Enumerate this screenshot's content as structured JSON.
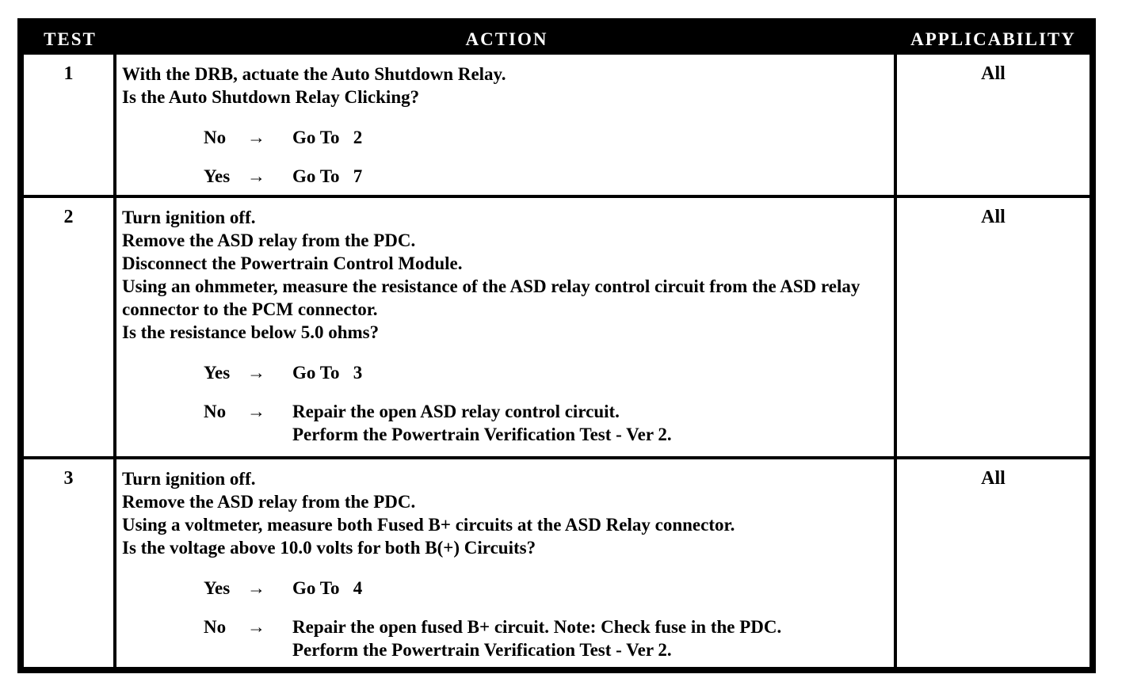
{
  "header": {
    "test": "TEST",
    "action": "ACTION",
    "applicability": "APPLICABILITY"
  },
  "colors": {
    "header_bg": "#000000",
    "header_text": "#ffffff",
    "body_text": "#000000",
    "background": "#ffffff"
  },
  "tests": [
    {
      "number": "1",
      "applicability": "All",
      "intro": "With the DRB, actuate the Auto Shutdown Relay.\nIs the Auto Shutdown Relay Clicking?",
      "answers": [
        {
          "keyword": "No",
          "arrow": "→",
          "result": "Go To   2"
        },
        {
          "keyword": "Yes",
          "arrow": "→",
          "result": "Go To   7"
        }
      ]
    },
    {
      "number": "2",
      "applicability": "All",
      "intro": "Turn ignition off.\nRemove the ASD relay from the PDC.\nDisconnect the Powertrain Control Module.\nUsing an ohmmeter, measure the resistance of the ASD relay control circuit from the ASD relay connector to the PCM connector.\nIs the resistance below 5.0 ohms?",
      "answers": [
        {
          "keyword": "Yes",
          "arrow": "→",
          "result": "Go To   3"
        },
        {
          "keyword": "No",
          "arrow": "→",
          "result": "Repair the open ASD relay control circuit.\nPerform the Powertrain Verification Test - Ver 2."
        }
      ]
    },
    {
      "number": "3",
      "applicability": "All",
      "intro": "Turn ignition off.\nRemove the ASD relay from the PDC.\nUsing a voltmeter, measure both Fused B+ circuits at the ASD Relay connector.\nIs the voltage above 10.0 volts for both B(+) Circuits?",
      "answers": [
        {
          "keyword": "Yes",
          "arrow": "→",
          "result": "Go To   4"
        },
        {
          "keyword": "No",
          "arrow": "→",
          "result": "Repair the open fused B+ circuit. Note: Check fuse in the PDC.\nPerform the Powertrain Verification Test - Ver 2."
        }
      ]
    }
  ]
}
